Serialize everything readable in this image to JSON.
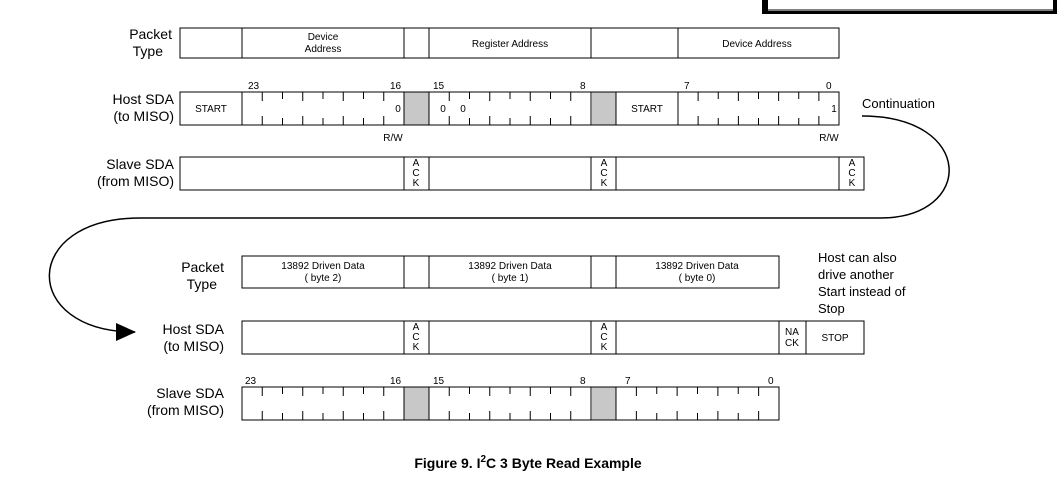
{
  "top": {
    "packet_type_label": [
      "Packet",
      "Type"
    ],
    "host_label": [
      "Host SDA",
      "(to MISO)"
    ],
    "slave_label": [
      "Slave SDA",
      "(from MISO)"
    ],
    "packet_fields": [
      [
        "Device",
        "Address"
      ],
      [
        "Register Address"
      ],
      [
        "Device Address"
      ]
    ],
    "start": "START",
    "bit_markers": [
      "23",
      "16",
      "15",
      "8",
      "7",
      "0"
    ],
    "bit_values": {
      "rw_bit_first": "0",
      "reg_bit_a": "0",
      "reg_bit_b": "0",
      "rw_bit_last": "1"
    },
    "rw": "R/W",
    "ack": [
      "A",
      "C",
      "K"
    ],
    "continuation": "Continuation"
  },
  "bottom": {
    "packet_type_label": [
      "Packet",
      "Type"
    ],
    "host_label": [
      "Host SDA",
      "(to MISO)"
    ],
    "slave_label": [
      "Slave SDA",
      "(from MISO)"
    ],
    "packet_fields": [
      [
        "13892 Driven Data",
        "( byte  2)"
      ],
      [
        "13892 Driven Data",
        "( byte  1)"
      ],
      [
        "13892 Driven Data",
        "( byte  0)"
      ]
    ],
    "ack": [
      "A",
      "C",
      "K"
    ],
    "nack": [
      "NA",
      "CK"
    ],
    "stop": "STOP",
    "bit_markers": [
      "23",
      "16",
      "15",
      "8",
      "7",
      "0"
    ],
    "note": [
      "Host can also",
      "drive another",
      "Start instead of",
      "Stop"
    ]
  },
  "caption": {
    "prefix": "Figure 9. I",
    "superscript": "2",
    "suffix": "C 3 Byte Read Example"
  },
  "colors": {
    "stroke": "#000000",
    "shade": "#c8c8c8",
    "corner_bar": "#000000"
  }
}
